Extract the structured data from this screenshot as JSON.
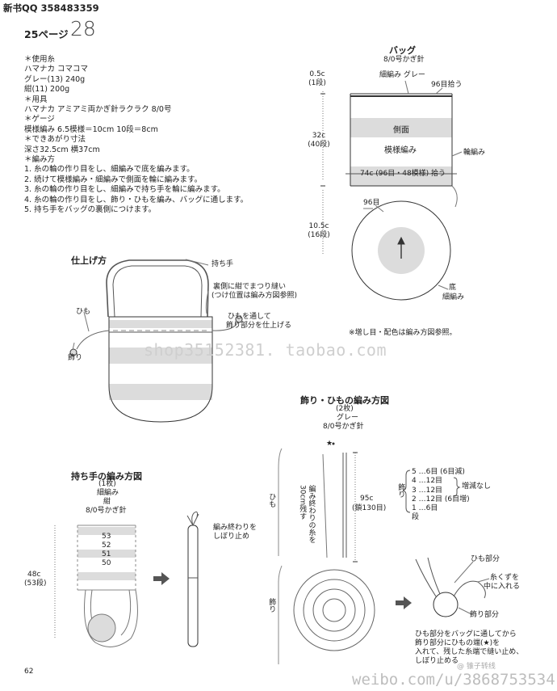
{
  "header": {
    "top_left": "新书QQ 358483359",
    "page_label": "25ページ",
    "page_number": "28"
  },
  "instructions": [
    "＊使用糸",
    "ハマナカ コマコマ",
    "グレー(13) 240g",
    "紺(11) 200g",
    "＊用具",
    "ハマナカ アミアミ両かぎ針ラクラク 8/0号",
    "＊ゲージ",
    "模様編み 6.5模様＝10cm 10段＝8cm",
    "＊できあがり寸法",
    "深さ32.5cm 横37cm",
    "＊編み方",
    "1. 糸の輪の作り目をし、細編みで底を編みます。",
    "2. 続けて模様編み・細編みで側面を輪に編みます。",
    "3. 糸の輪の作り目をし、細編みで持ち手を輪に編みます。",
    "4. 糸の輪の作り目をし、飾り・ひもを編み、バッグに通します。",
    "5. 持ち手をバッグの裏側につけます。"
  ],
  "bag_diagram": {
    "title": "バッグ",
    "hook": "8/0号かぎ針",
    "top_rows": "0.5c",
    "top_rows_sub": "(1段)",
    "top_edge": "細編み グレー",
    "top_count": "96目拾う",
    "side_height": "32c",
    "side_rows": "(40段)",
    "side_label": "側面",
    "pattern_label": "模様編み",
    "ring_label": "輪編み",
    "bottom_count": "74c (96目・48模様) 拾う",
    "base_count": "96目",
    "base_height": "10.5c",
    "base_rows": "(16段)",
    "base_label": "底",
    "base_stitch": "細編み",
    "note": "※増し目・配色は編み方図参照。"
  },
  "finish_diagram": {
    "title": "仕上げ方",
    "handle": "持ち手",
    "sew_note_1": "裏側に紺でまつり縫い",
    "sew_note_2": "(つけ位置は編み方図参照)",
    "cord": "ひも",
    "cord_note_1": "ひもを通して",
    "cord_note_2": "飾り部分を仕上げる",
    "ornament": "飾り"
  },
  "watermarks": {
    "shop": "shop35152381. taobao.com",
    "weibo": "weibo.com/u/3868753534",
    "weibo_handle": "@ 锥子转线"
  },
  "ornament_diagram": {
    "title": "飾り・ひもの編み方図",
    "qty": "(2枚)",
    "color": "グレー",
    "hook": "8/0号かぎ針",
    "star": "★",
    "cord_label": "ひも",
    "chain_note": "編み終わりの糸を30cm残す",
    "chain_length": "95c",
    "chain_count": "(鎖130目)",
    "rows_label": "飾り",
    "rows": [
      "5 …6目 (6目減)",
      "4 …12目",
      "3 …12目",
      "2 …12目 (6目増)",
      "1 …6目",
      "段"
    ],
    "rows_note": "増減なし",
    "ornament_label": "飾り",
    "part_cord": "ひも部分",
    "stuffing_1": "糸くずを",
    "stuffing_2": "中に入れる",
    "part_orn": "飾り部分",
    "finish_1": "ひも部分をバッグに通してから",
    "finish_2": "飾り部分にひもの端(★)を",
    "finish_3": "入れて、残した糸端で縫い止め、",
    "finish_4": "しぼり止める"
  },
  "handle_diagram": {
    "title": "持ち手の編み方図",
    "qty": "(1枚)",
    "stitch": "細編み",
    "color": "紺",
    "hook": "8/0号かぎ針",
    "length": "48c",
    "rows": "(53段)",
    "row_labels": [
      "53",
      "52",
      "51",
      "50"
    ],
    "finish_1": "編み終わりを",
    "finish_2": "しぼり止め"
  },
  "footer": {
    "page": "62"
  },
  "colors": {
    "gray_band": "#dcdcdc",
    "line": "#333333",
    "light_line": "#777777"
  }
}
